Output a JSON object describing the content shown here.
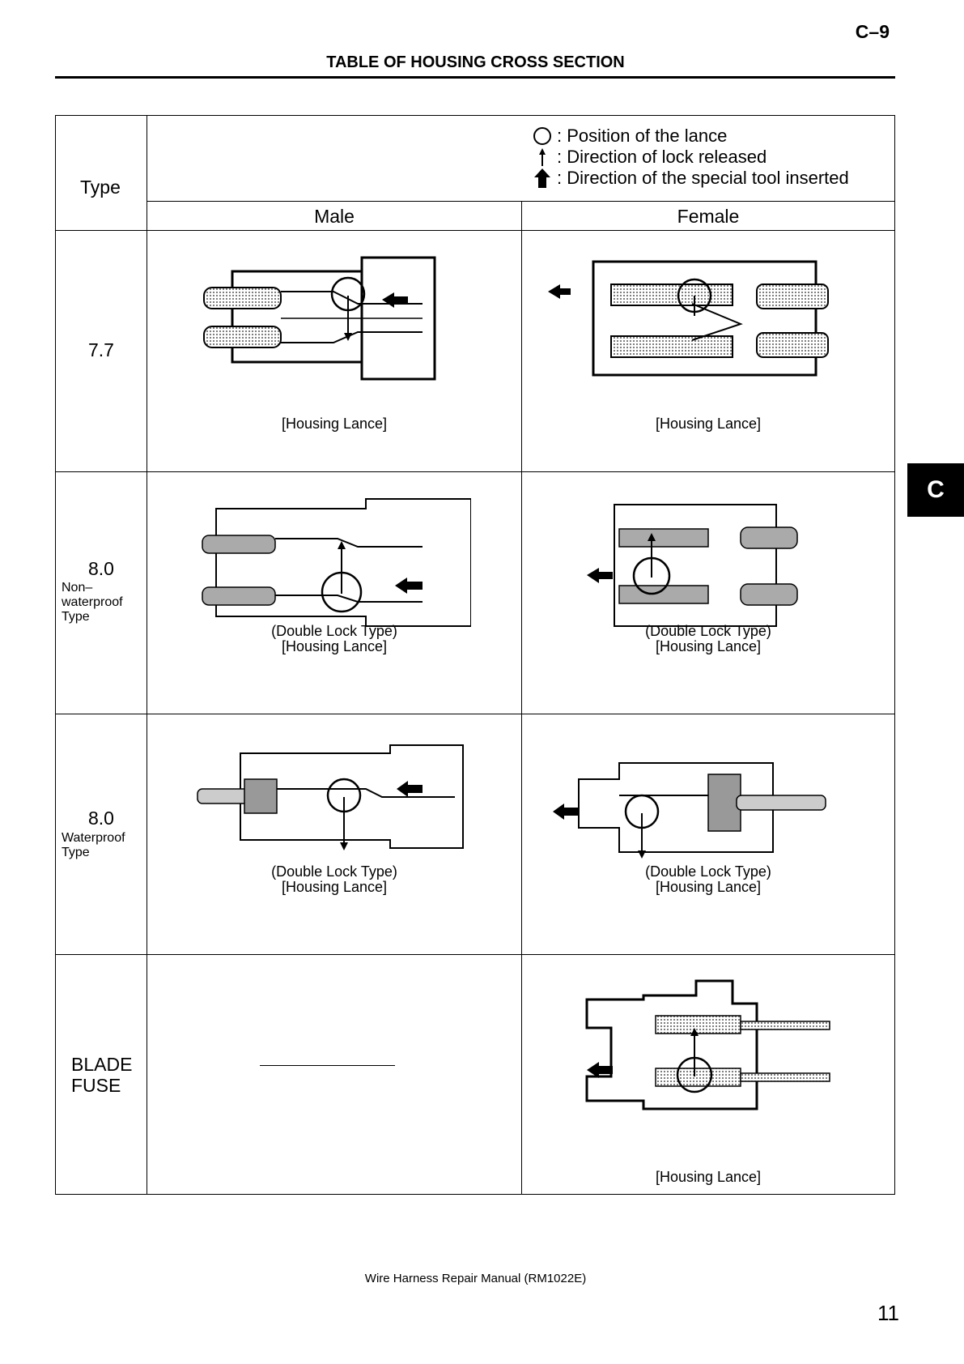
{
  "header": {
    "page_code": "C–9",
    "title": "TABLE OF HOUSING CROSS SECTION"
  },
  "side_tab": {
    "label": "C"
  },
  "table": {
    "type_header": "Type",
    "legend": [
      {
        "icon": "circle-icon",
        "text": ": Position of the lance"
      },
      {
        "icon": "thin-arrow-up-icon",
        "text": ": Direction of lock released"
      },
      {
        "icon": "bold-arrow-up-icon",
        "text": ": Direction of the special tool inserted"
      }
    ],
    "col_male": "Male",
    "col_female": "Female",
    "rows": [
      {
        "type": "7.7",
        "sub": "",
        "male_caption": [
          "",
          "[Housing Lance]"
        ],
        "female_caption": [
          "",
          "[Housing Lance]"
        ]
      },
      {
        "type": "8.0",
        "sub": "Non–\nwaterproof\nType",
        "male_caption": [
          "(Double Lock Type)",
          "[Housing Lance]"
        ],
        "female_caption": [
          "(Double Lock Type)",
          "[Housing Lance]"
        ]
      },
      {
        "type": "8.0",
        "sub": "Waterproof\nType",
        "male_caption": [
          "(Double Lock Type)",
          "[Housing Lance]"
        ],
        "female_caption": [
          "(Double Lock Type)",
          "[Housing Lance]"
        ]
      },
      {
        "type": "BLADE\nFUSE",
        "sub": "",
        "male_caption": [
          "",
          ""
        ],
        "female_caption": [
          "",
          "[Housing Lance]"
        ]
      }
    ]
  },
  "footer": {
    "manual": "Wire Harness Repair Manual (RM1022E)",
    "page_number": "11"
  }
}
